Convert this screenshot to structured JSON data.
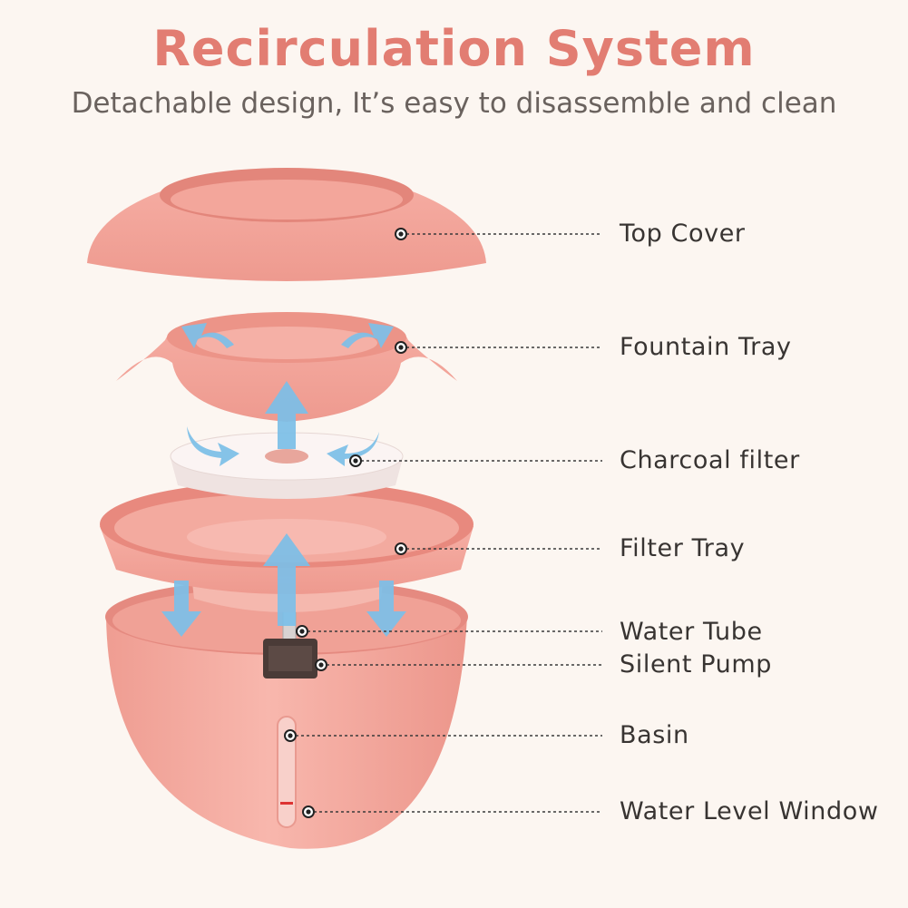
{
  "header": {
    "title": "Recirculation System",
    "subtitle": "Detachable design, It’s easy to disassemble and clean"
  },
  "colors": {
    "title": "#e27d72",
    "body_pink": "#f2a49a",
    "arrow": "#7cbfe8",
    "filter_white": "#f7ecea",
    "pump": "#4a3b37"
  },
  "parts": [
    {
      "id": "top-cover",
      "label": "Top Cover"
    },
    {
      "id": "fountain-tray",
      "label": "Fountain Tray"
    },
    {
      "id": "charcoal-filter",
      "label": "Charcoal filter"
    },
    {
      "id": "filter-tray",
      "label": "Filter Tray"
    },
    {
      "id": "water-tube",
      "label": "Water Tube"
    },
    {
      "id": "silent-pump",
      "label": "Silent Pump"
    },
    {
      "id": "basin",
      "label": "Basin"
    },
    {
      "id": "water-level-window",
      "label": "Water Level Window"
    }
  ]
}
